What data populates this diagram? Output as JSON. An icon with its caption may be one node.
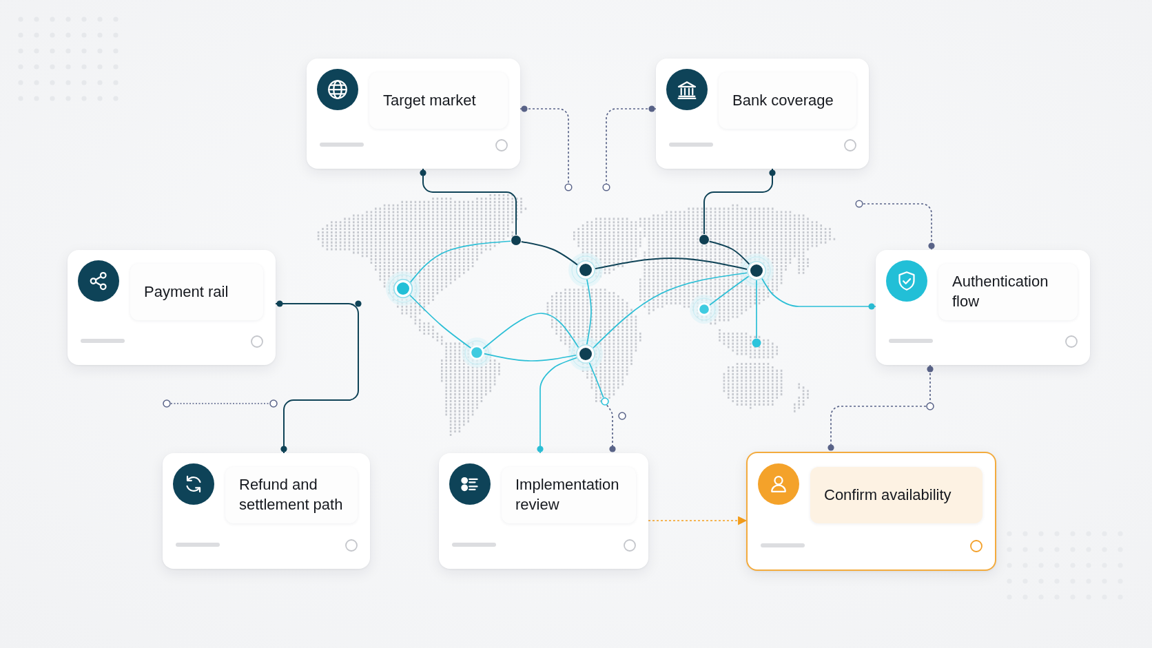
{
  "diagram": {
    "nodes": [
      {
        "text": [
          "Target market"
        ]
      },
      {
        "text": [
          "Bank coverage"
        ]
      },
      {
        "text": [
          "Payment rail"
        ]
      },
      {
        "text": [
          "Authentication flow"
        ]
      },
      {
        "text": [
          "Refund and settlement path"
        ]
      },
      {
        "text": [
          "Implementation review"
        ]
      },
      {
        "text": [
          "Confirm availability"
        ]
      },
      {
        "text": [],
        "shape": "circle"
      },
      {
        "text": [],
        "shape": "circle"
      },
      {
        "text": [],
        "shape": "circle"
      },
      {
        "text": [],
        "shape": "circle"
      },
      {
        "text": [],
        "shape": "circle"
      },
      {
        "text": [],
        "shape": "circle"
      },
      {
        "text": [],
        "shape": "circle"
      },
      {
        "text": [],
        "shape": "circle"
      },
      {
        "text": [],
        "shape": "circle"
      },
      {
        "text": [],
        "shape": "circle"
      }
    ],
    "edges": [
      {
        "from": 0,
        "to": 7,
        "arrow": "other",
        "color": "#0f4357"
      },
      {
        "from": 1,
        "to": 8,
        "arrow": "other",
        "color": "#0f4357"
      },
      {
        "from": 2,
        "to": 4,
        "arrow": "other",
        "color": "#0f4357"
      },
      {
        "from": 11,
        "to": 3,
        "arrow": "other"
      },
      {
        "from": 14,
        "to": 5,
        "arrow": "other"
      },
      {
        "from": 16,
        "to": 5,
        "arrow": "other",
        "style": "dashed",
        "color": "#5a6489"
      },
      {
        "from": 3,
        "to": 6,
        "arrow": "other",
        "style": "dashed",
        "color": "#5a6489"
      },
      {
        "from": 5,
        "to": 6,
        "arrow": "to",
        "style": "dashed",
        "color": "#f59e1b"
      },
      {
        "from": 0,
        "to": null,
        "arrow": "other",
        "style": "dashed",
        "color": "#5a6489"
      },
      {
        "from": 1,
        "to": null,
        "arrow": "other",
        "style": "dashed",
        "color": "#5a6489"
      },
      {
        "from": null,
        "to": 3,
        "arrow": "other",
        "style": "dashed",
        "color": "#5a6489"
      },
      {
        "from": 9,
        "to": 7,
        "arrow": "none"
      },
      {
        "from": 7,
        "to": 10,
        "arrow": "none",
        "color": "#0f4357"
      },
      {
        "from": 9,
        "to": 13,
        "arrow": "none"
      },
      {
        "from": 13,
        "to": 14,
        "arrow": "none"
      },
      {
        "from": 13,
        "to": 14,
        "arrow": "none"
      },
      {
        "from": 10,
        "to": 14,
        "arrow": "none"
      },
      {
        "from": 10,
        "to": 11,
        "arrow": "none",
        "color": "#0f4357"
      },
      {
        "from": 8,
        "to": 11,
        "arrow": "none",
        "color": "#0f4357"
      },
      {
        "from": 14,
        "to": 11,
        "arrow": "none"
      },
      {
        "from": 12,
        "to": 11,
        "arrow": "none"
      },
      {
        "from": 11,
        "to": 15,
        "arrow": "none"
      },
      {
        "from": 14,
        "to": 16,
        "arrow": "none"
      }
    ]
  }
}
